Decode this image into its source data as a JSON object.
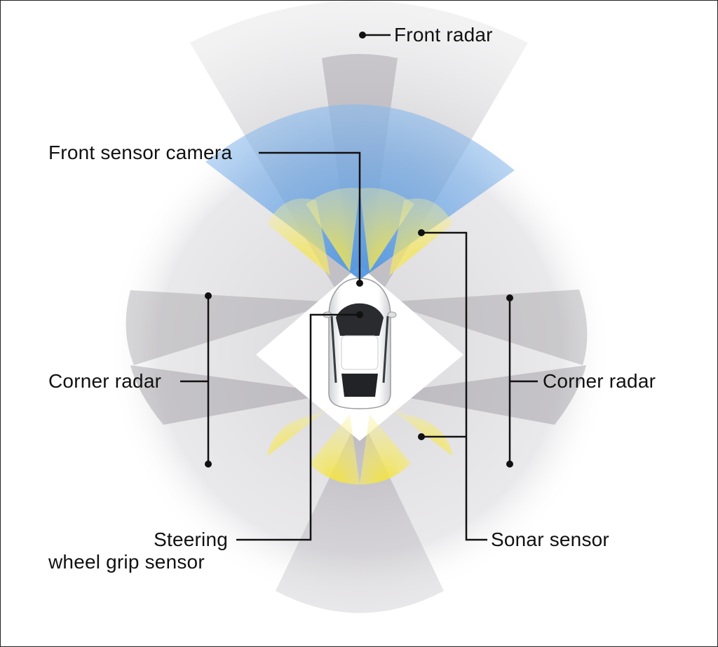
{
  "labels": {
    "front_radar": "Front radar",
    "front_sensor_camera": "Front sensor camera",
    "corner_radar_left": "Corner radar",
    "corner_radar_right": "Corner radar",
    "steering_line1": "Steering",
    "steering_line2": "wheel grip sensor",
    "sonar_sensor": "Sonar sensor"
  },
  "colors": {
    "radar_zone": "#8a8790",
    "camera_zone": "#6fa6e0",
    "sonar_zone": "#f2e24a",
    "leader_line": "#111111",
    "car_body": "#ffffff"
  }
}
